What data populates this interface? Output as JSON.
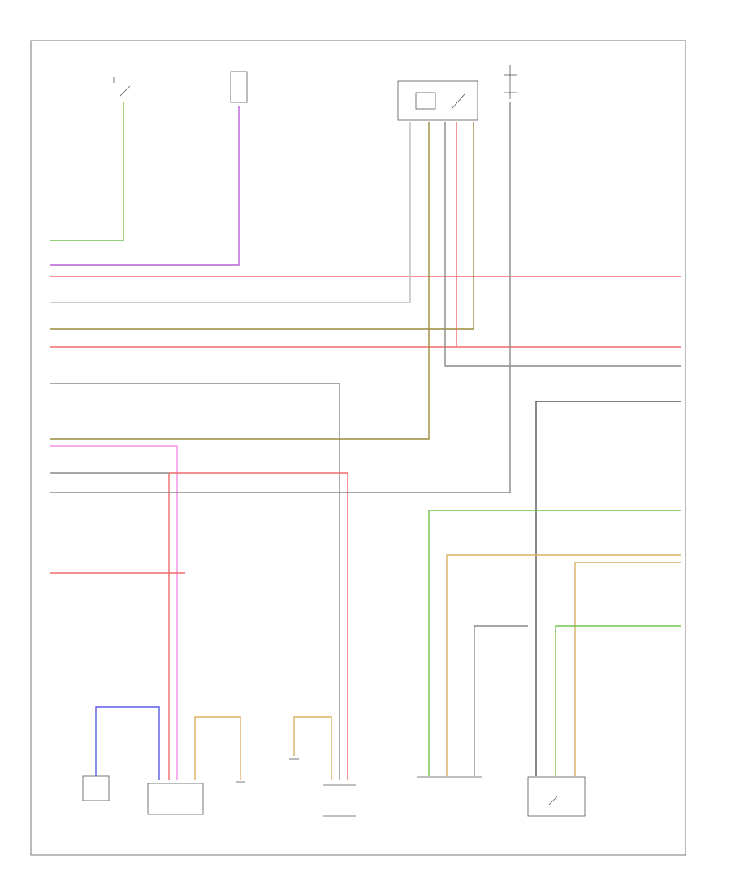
{
  "diagram": {
    "sheet_label": "",
    "components": [
      {
        "id": "ignition-switch",
        "lines": [
          "",
          "",
          "",
          ""
        ]
      },
      {
        "id": "fuse-top",
        "lines": [
          "",
          "",
          "",
          "",
          ""
        ]
      },
      {
        "id": "relay-box",
        "lines": [
          "",
          "",
          "",
          ""
        ]
      },
      {
        "id": "fuse-hot",
        "lines": [
          "",
          "",
          "",
          "",
          "",
          ""
        ]
      },
      {
        "id": "pressure-sensor",
        "lines": [
          "",
          "",
          "",
          ""
        ]
      },
      {
        "id": "clutch-sensor",
        "lines": [
          "",
          ""
        ]
      },
      {
        "id": "ground-1",
        "lines": [
          "",
          ""
        ]
      },
      {
        "id": "ground-2",
        "lines": [
          "",
          "",
          ""
        ]
      },
      {
        "id": "brake-switch",
        "lines": [
          "",
          "",
          "",
          ""
        ]
      },
      {
        "id": "wheel-speed-left",
        "lines": [
          "",
          "",
          "",
          ""
        ]
      },
      {
        "id": "wheel-speed-right",
        "lines": [
          "",
          "",
          "",
          ""
        ]
      }
    ],
    "wire_labels": [],
    "colors": {
      "green": "#6fc24a",
      "violet": "#b560d6",
      "red": "#f26a6a",
      "olive": "#9b8a3c",
      "grey": "#8a8a8a",
      "tan": "#d8b060",
      "blue": "#5a5ae6",
      "pink": "#f090e6",
      "frame": "#777777"
    }
  }
}
